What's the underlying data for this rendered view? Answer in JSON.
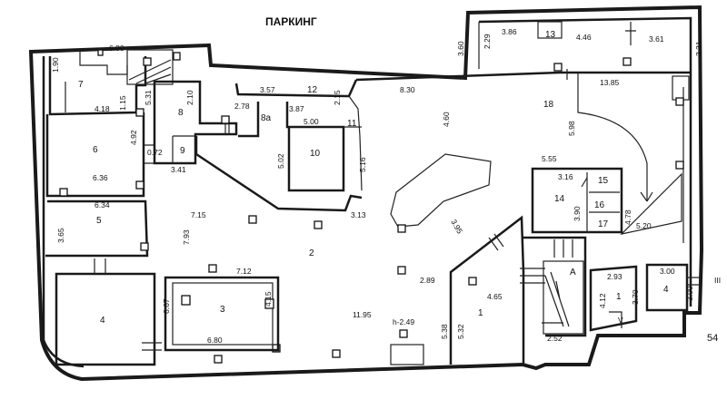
{
  "title": "ПАРКИНГ",
  "page_number": "54",
  "stair_label": "А",
  "height_note": "h-2.49",
  "rooms": {
    "r1a": "1",
    "r1b": "1",
    "r2": "2",
    "r3": "3",
    "r4a": "4",
    "r4b": "4",
    "r5": "5",
    "r6": "6",
    "r7": "7",
    "r8": "8",
    "r8a": "8а",
    "r9": "9",
    "r10": "10",
    "r11": "11",
    "r12": "12",
    "r13": "13",
    "r14": "14",
    "r15": "15",
    "r16": "16",
    "r17": "17",
    "r18": "18"
  },
  "dims": {
    "d680a": "6.80",
    "d190": "1.90",
    "d531": "5.31",
    "d115": "1.15",
    "d418": "4.18",
    "d210": "2.10",
    "d278": "2.78",
    "d357": "3.57",
    "d215": "2.15",
    "d387": "3.87",
    "d500": "5.00",
    "d830": "8.30",
    "d492": "4.92",
    "d072": "0.72",
    "d502": "5.02",
    "d516": "5.16",
    "d636": "6.36",
    "d341": "3.41",
    "d634": "6.34",
    "d365": "3.65",
    "d715": "7.15",
    "d793": "7.93",
    "d313": "3.13",
    "d712": "7.12",
    "d415": "4.15",
    "d680b": "6.80",
    "d667": "6.67",
    "d1195": "11.95",
    "d289": "2.89",
    "d538": "5.38",
    "d532": "5.32",
    "d465": "4.65",
    "d395": "3.95",
    "d460": "4.60",
    "d360": "3.60",
    "d229": "2.29",
    "d386": "3.86",
    "d446": "4.46",
    "d361": "3.61",
    "d331": "3.31",
    "d1385": "13.85",
    "d598": "5.98",
    "d555": "5.55",
    "d316": "3.16",
    "d390": "3.90",
    "d478": "4.78",
    "d520": "5.20",
    "d293": "2.93",
    "d412": "4.12",
    "d370": "3.70",
    "d300a": "3.00",
    "d300b": "3.00",
    "d252": "2.52"
  },
  "marks": {
    "iii": "III",
    "v": "V"
  }
}
